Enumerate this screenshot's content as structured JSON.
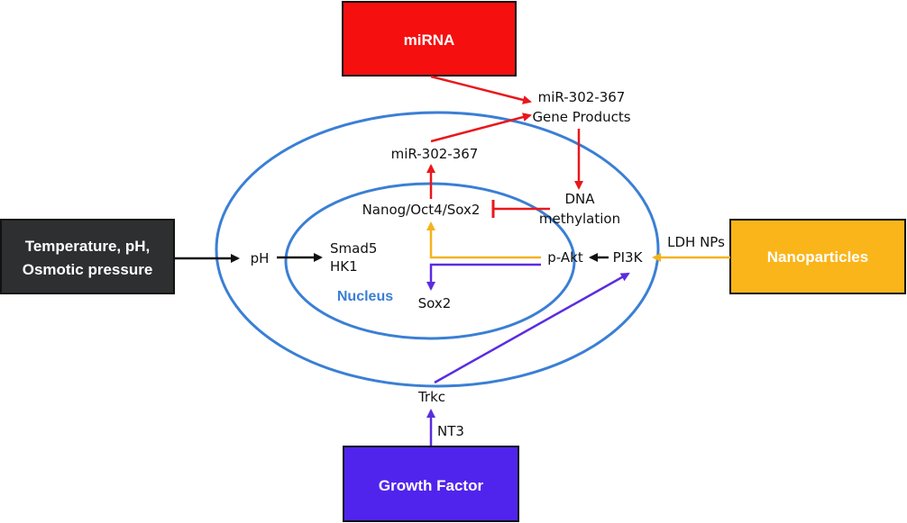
{
  "boxes": {
    "mirna": "miRNA",
    "environment_line1": "Temperature, pH,",
    "environment_line2": "Osmotic pressure",
    "nanoparticles": "Nanoparticles",
    "growth_factor": "Growth Factor"
  },
  "labels": {
    "mir_gene_products_line1": "miR-302-367",
    "mir_gene_products_line2": "Gene Products",
    "mir_302_367": "miR-302-367",
    "nanog_oct4_sox2": "Nanog/Oct4/Sox2",
    "dna_line1": "DNA",
    "dna_line2": "methylation",
    "ph": "pH",
    "smad5": "Smad5",
    "hk1": "HK1",
    "p_akt": "p-Akt",
    "pi3k": "PI3K",
    "sox2": "Sox2",
    "nucleus": "Nucleus",
    "ldh_nps": "LDH NPs",
    "trkc": "Trkc",
    "nt3": "NT3"
  },
  "colors": {
    "mirna": "#f50f0f",
    "environment": "#2d2f31",
    "nanoparticles": "#fab51a",
    "growth_factor": "#5124ee",
    "membrane": "#3a7fd5",
    "red_path": "#e8181c",
    "yellow_path": "#f5b21d",
    "purple_path": "#5b2ce0",
    "black_path": "#111111"
  }
}
